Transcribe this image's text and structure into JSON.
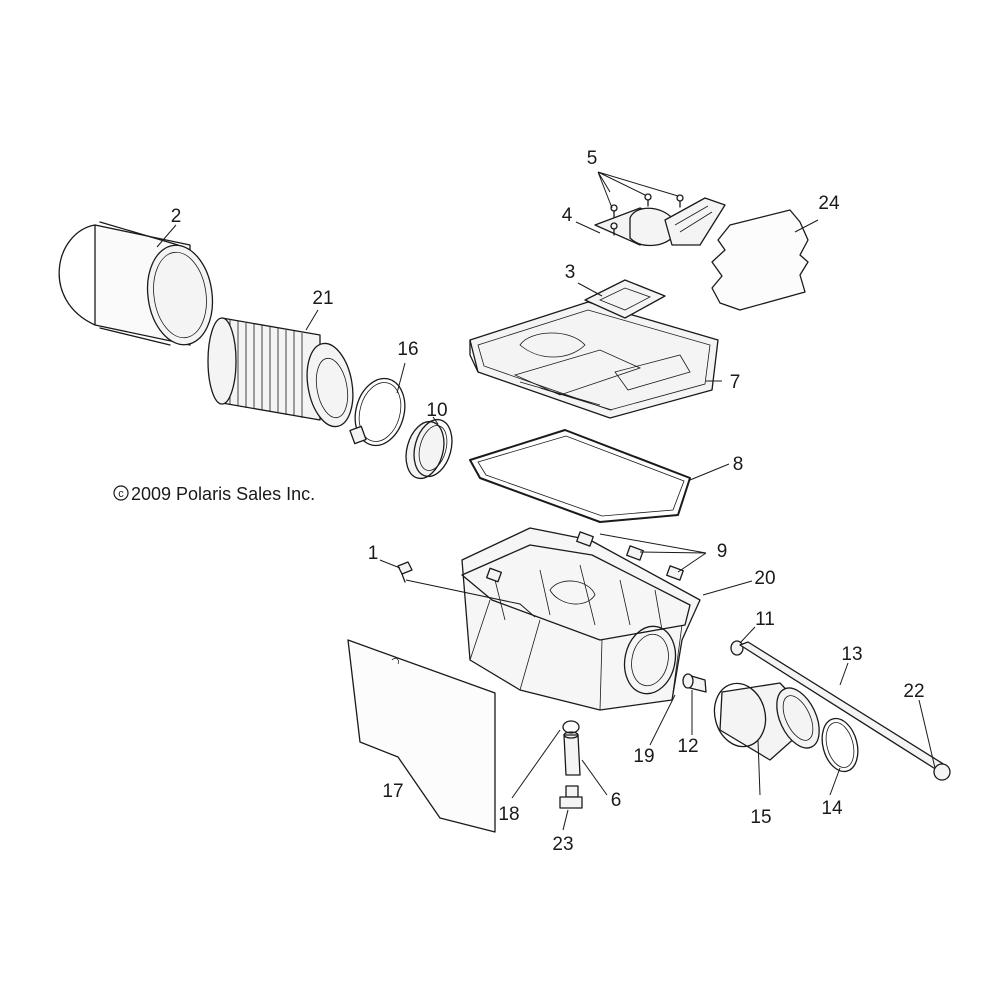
{
  "diagram": {
    "copyright": "2009 Polaris Sales Inc.",
    "copyright_symbol": "c",
    "callouts": {
      "c1": "1",
      "c2": "2",
      "c3": "3",
      "c4": "4",
      "c5": "5",
      "c6": "6",
      "c7": "7",
      "c8": "8",
      "c9": "9",
      "c10": "10",
      "c11": "11",
      "c12": "12",
      "c13": "13",
      "c14": "14",
      "c15": "15",
      "c16": "16",
      "c17": "17",
      "c18": "18",
      "c19": "19",
      "c20": "20",
      "c21": "21",
      "c22": "22",
      "c23": "23",
      "c24": "24"
    }
  }
}
